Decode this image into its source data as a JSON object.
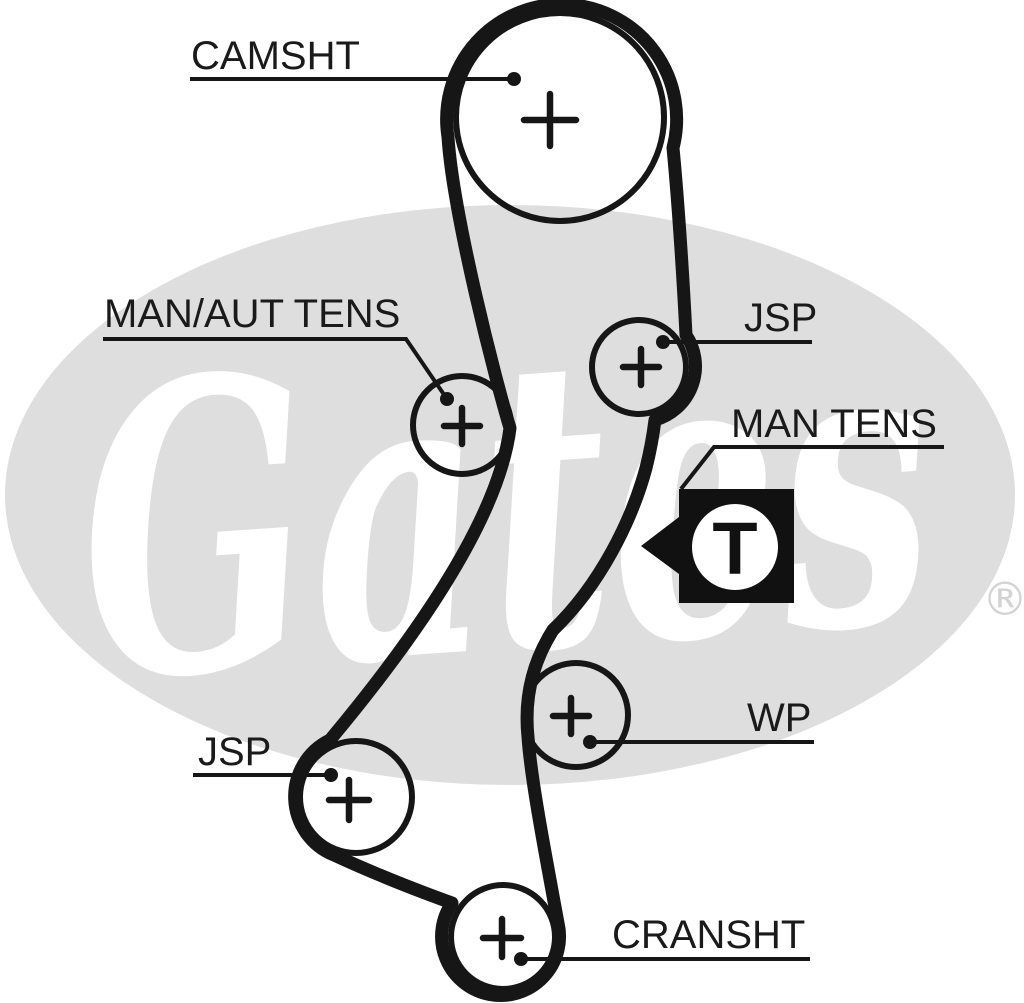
{
  "diagram": {
    "labels": {
      "camshaft": "CAMSHT",
      "man_aut_tens": "MAN/AUT TENS",
      "jsp_upper": "JSP",
      "man_tens": "MAN TENS",
      "tensioner_symbol": "T",
      "water_pump": "WP",
      "jsp_lower": "JSP",
      "crankshaft": "CRANSHT"
    },
    "watermark": {
      "script": "Gates",
      "registered": "®"
    },
    "colors": {
      "ink": "#161616",
      "watermark_gray": "#dedede",
      "watermark_script": "#ffffff",
      "registered_gray": "#d3d3d3",
      "background": "#ffffff"
    }
  }
}
